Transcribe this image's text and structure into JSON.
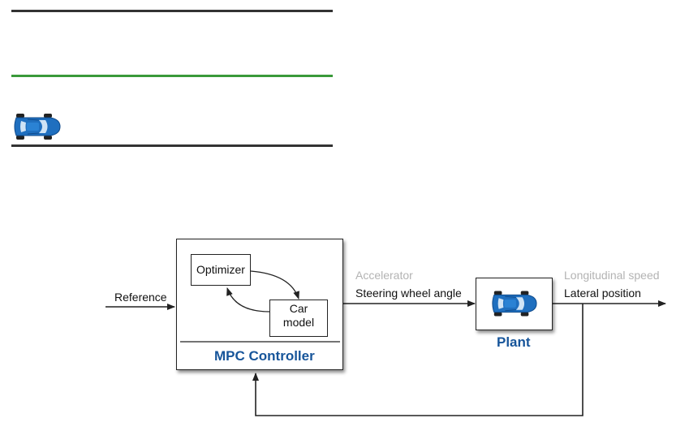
{
  "road": {
    "colors": {
      "edge": "#333333",
      "center": "#3a9a3a",
      "car": "#1f6fbf"
    }
  },
  "diagram": {
    "input_label": "Reference",
    "controller": {
      "title": "MPC Controller",
      "optimizer_label": "Optimizer",
      "car_model_label_line1": "Car",
      "car_model_label_line2": "model"
    },
    "controller_outputs": {
      "accelerator_label": "Accelerator",
      "steering_label": "Steering wheel angle"
    },
    "plant": {
      "title": "Plant",
      "icon": "car-icon"
    },
    "plant_outputs": {
      "longitudinal_label": "Longitudinal speed",
      "lateral_label": "Lateral position"
    },
    "colors": {
      "title_blue": "#17559a",
      "grey_label": "#b3b3b3",
      "car_blue": "#1f6fbf"
    }
  }
}
